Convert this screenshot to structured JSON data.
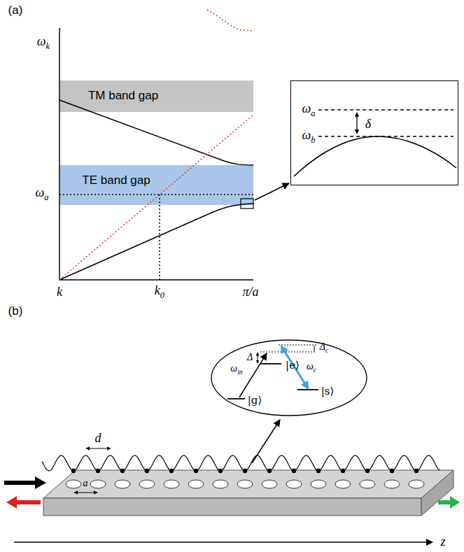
{
  "diagram": {
    "nodes": [
      {
        "text": [
          "TM band gap"
        ]
      },
      {
        "text": [
          "TE band gap"
        ]
      },
      {
        "text": [
          "ωa",
          "δ",
          "ωb"
        ]
      },
      {
        "text": [
          "|e⟩",
          "Δ",
          "Δc",
          "ωin",
          "ωc",
          "|g⟩",
          "|s⟩"
        ]
      }
    ],
    "labels": [
      "(a)",
      "ωk",
      "ωa",
      "k",
      "k0",
      "π/a",
      "(b)",
      "d",
      "a",
      "z"
    ]
  }
}
